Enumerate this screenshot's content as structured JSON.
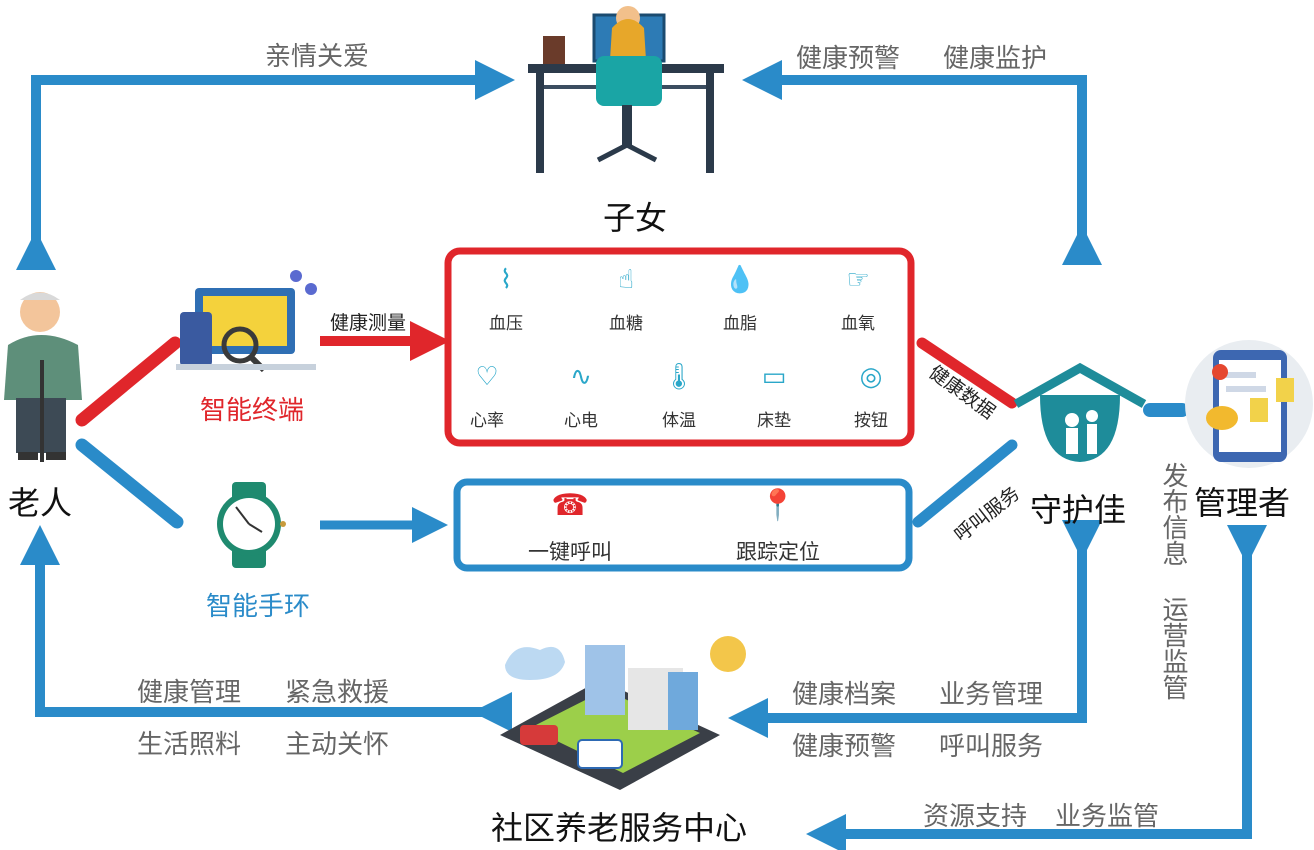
{
  "nodes": {
    "children": "子女",
    "elderly": "老人",
    "guardian": "守护佳",
    "manager": "管理者",
    "community": "社区养老服务中心",
    "terminal": "智能终端",
    "bracelet": "智能手环"
  },
  "links": {
    "family_care": "亲情关爱",
    "health_warning_top": "健康预警",
    "health_monitor": "健康监护",
    "health_measure": "健康测量",
    "health_data": "健康数据",
    "call_service_diag": "呼叫服务",
    "publish_info": "发布信息",
    "operation_supervise": "运营监管",
    "resource_support": "资源支持",
    "business_supervise": "业务监管"
  },
  "community_services_left": [
    "健康管理",
    "紧急救援",
    "生活照料",
    "主动关怀"
  ],
  "community_services_right": [
    "健康档案",
    "业务管理",
    "健康预警",
    "呼叫服务"
  ],
  "measurements": [
    {
      "label": "血压",
      "icon": "blood-pressure-icon"
    },
    {
      "label": "血糖",
      "icon": "blood-sugar-icon"
    },
    {
      "label": "血脂",
      "icon": "blood-lipid-icon"
    },
    {
      "label": "血氧",
      "icon": "blood-oxygen-icon"
    },
    {
      "label": "心率",
      "icon": "heart-rate-icon"
    },
    {
      "label": "心电",
      "icon": "ecg-icon"
    },
    {
      "label": "体温",
      "icon": "thermometer-icon"
    },
    {
      "label": "床垫",
      "icon": "mattress-icon"
    },
    {
      "label": "按钮",
      "icon": "button-icon"
    }
  ],
  "bracelet_functions": [
    {
      "label": "一键呼叫",
      "icon": "telephone-icon"
    },
    {
      "label": "跟踪定位",
      "icon": "location-pin-icon"
    }
  ],
  "colors": {
    "blue": "#2a8bc9",
    "red": "#e0262b",
    "teal": "#1e8c9a",
    "gray_text": "#666666"
  }
}
